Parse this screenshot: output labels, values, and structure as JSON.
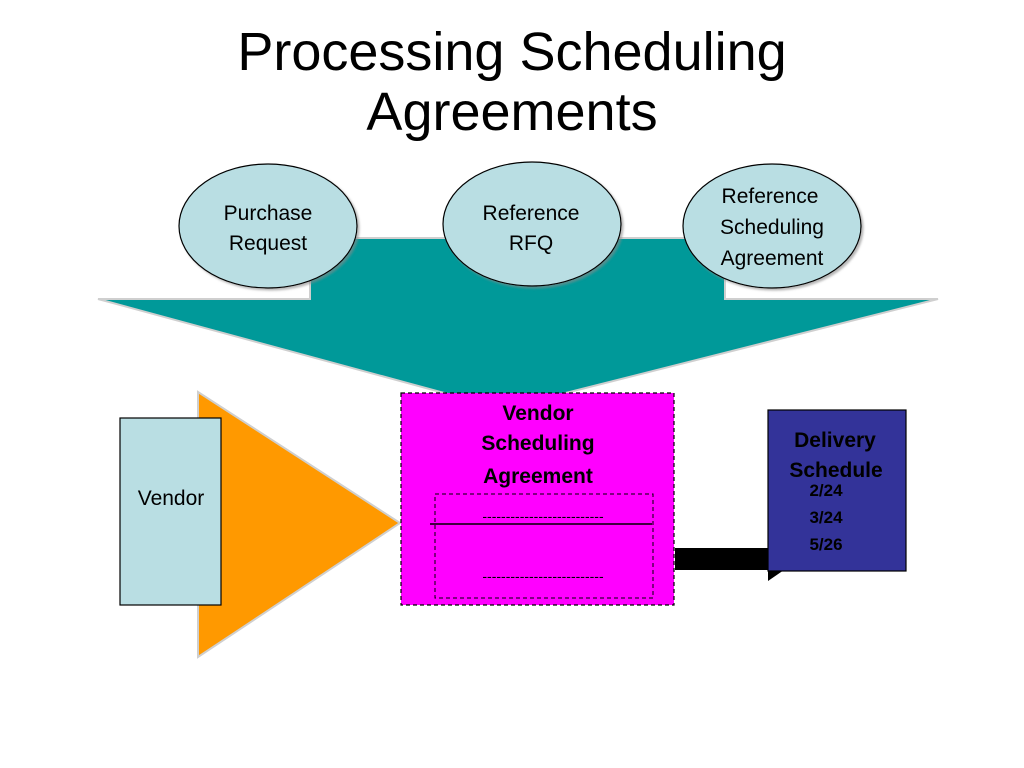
{
  "title": "Processing Scheduling Agreements",
  "colors": {
    "funnel": "#009999",
    "ellipse_fill": "#B9DEE3",
    "vendor_box_fill": "#B9DEE3",
    "vendor_triangle": "#FF9900",
    "agreement_fill": "#FF00FF",
    "delivery_fill": "#333399",
    "arrow": "#000000"
  },
  "sources": {
    "purchase_request": [
      "Purchase",
      "Request"
    ],
    "reference_rfq": [
      "Reference",
      "RFQ"
    ],
    "reference_scheduling_agreement": [
      "Reference",
      "Scheduling",
      "Agreement"
    ]
  },
  "vendor": {
    "label": "Vendor"
  },
  "vendor_scheduling_agreement": {
    "lines": [
      "Vendor",
      "Scheduling",
      "Agreement"
    ],
    "dash_line_1": "--------------------------",
    "dash_line_2": "--------------------------"
  },
  "delivery_schedule": {
    "title_lines": [
      "Delivery",
      "Schedule"
    ],
    "dates": [
      "2/24",
      "3/24",
      "5/26"
    ]
  }
}
